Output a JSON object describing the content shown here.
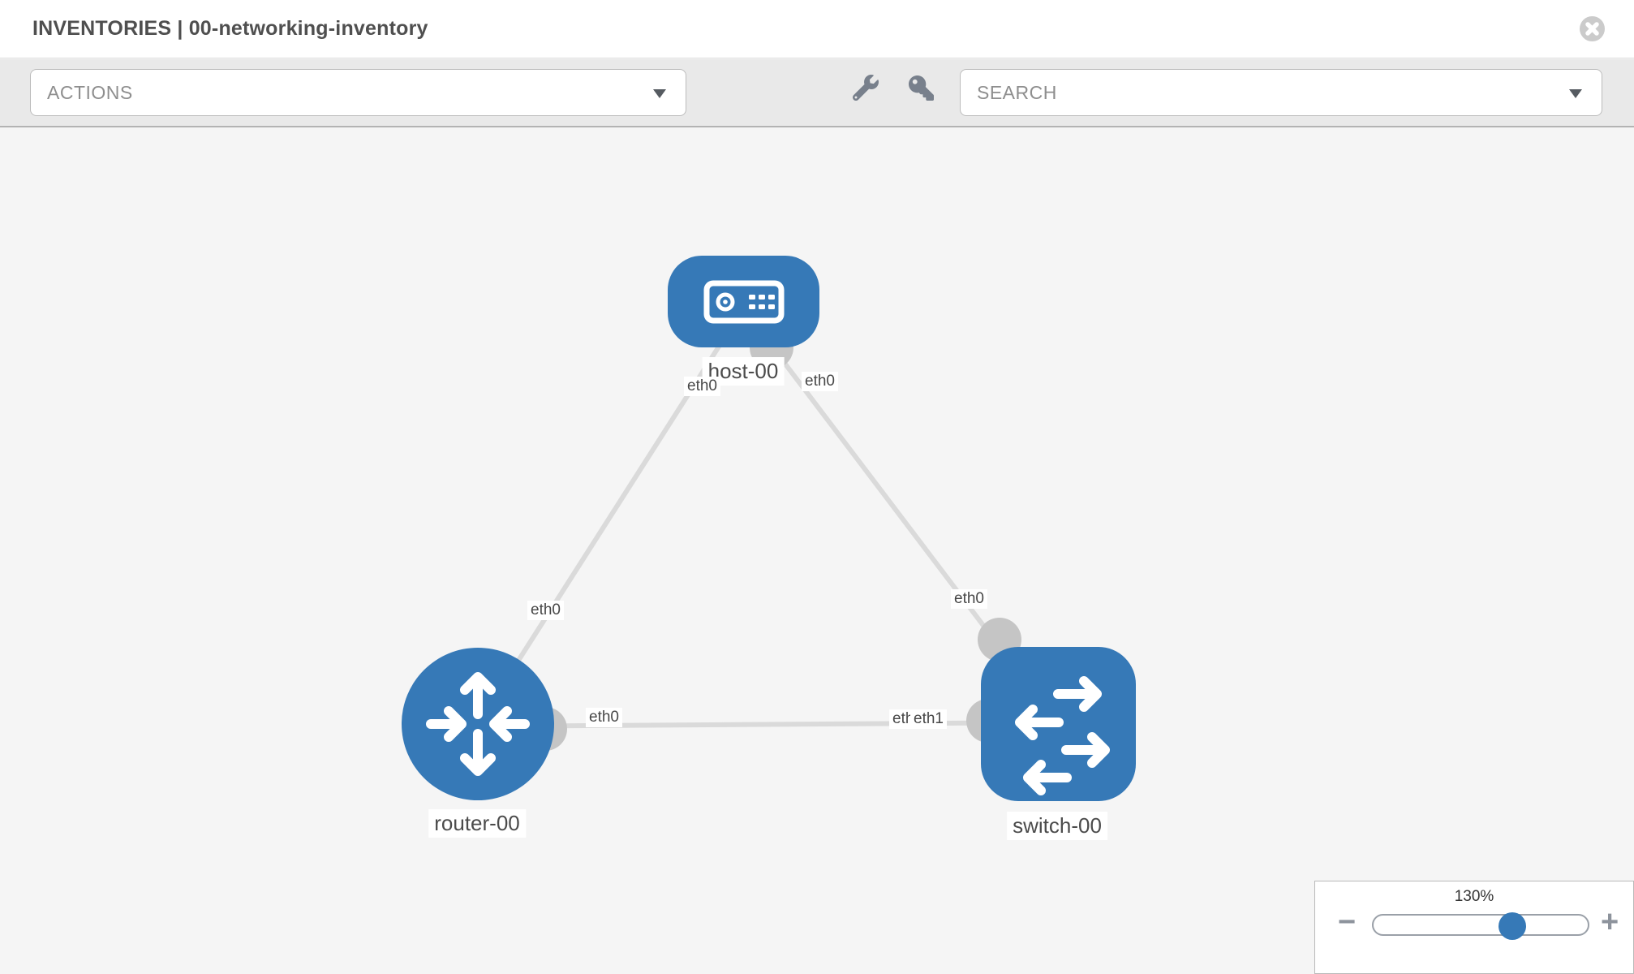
{
  "header": {
    "title": "INVENTORIES | 00-networking-inventory"
  },
  "toolbar": {
    "actions_label": "ACTIONS",
    "search_placeholder": "SEARCH"
  },
  "topology": {
    "nodes": [
      {
        "id": "host-00",
        "type": "host",
        "label": "host-00"
      },
      {
        "id": "router-00",
        "type": "router",
        "label": "router-00"
      },
      {
        "id": "switch-00",
        "type": "switch",
        "label": "switch-00"
      }
    ],
    "links": [
      {
        "from": "host-00",
        "from_if": "eth0",
        "to": "router-00",
        "to_if": "eth0"
      },
      {
        "from": "host-00",
        "from_if": "eth0",
        "to": "switch-00",
        "to_if": "eth0"
      },
      {
        "from": "router-00",
        "from_if": "eth0",
        "to": "switch-00",
        "to_if": "eth1"
      }
    ],
    "iface_labels": {
      "host_left": "eth0",
      "host_right": "eth0",
      "router_link": "eth0",
      "switch_link": "eth0",
      "router_right": "eth0",
      "switch_left_under": "eth0",
      "switch_left_over": "eth1"
    }
  },
  "zoom_control": {
    "value": "130%",
    "minus_glyph": "−",
    "plus_glyph": "+"
  },
  "colors": {
    "node_blue": "#3679b7",
    "link_gray": "#dadada",
    "connector_gray": "#c5c5c5",
    "canvas_bg": "#f5f5f5",
    "toolbar_bg": "#e9e9e9",
    "icon_gray": "#78808c"
  }
}
